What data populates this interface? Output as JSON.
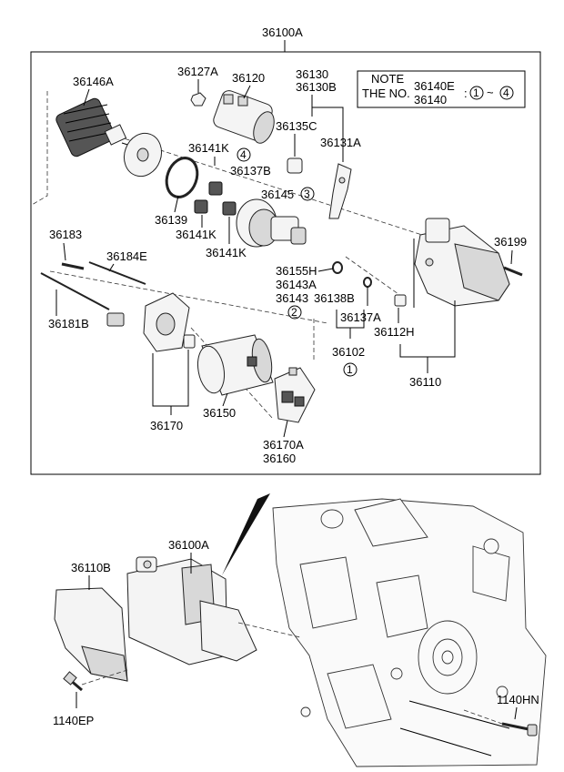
{
  "frame_title": "36100A",
  "note": {
    "title": "NOTE",
    "line1_prefix": "THE NO.",
    "line1_part": "36140E",
    "line2_part": "36140",
    "range_sep": "~",
    "circle_from": "1",
    "circle_to": "4"
  },
  "labels": {
    "p36146A": "36146A",
    "p36127A": "36127A",
    "p36120": "36120",
    "p36130": "36130",
    "p36130B": "36130B",
    "p36135C": "36135C",
    "p36131A": "36131A",
    "p36141K_a": "36141K",
    "p36141K_b": "36141K",
    "p36141K_c": "36141K",
    "p36137B": "36137B",
    "p36145": "36145",
    "p36139": "36139",
    "p36183": "36183",
    "p36184E": "36184E",
    "p36181B": "36181B",
    "p36155H": "36155H",
    "p36143A": "36143A",
    "p36143": "36143",
    "p36138B": "36138B",
    "p36137A": "36137A",
    "p36199": "36199",
    "p36112H": "36112H",
    "p36102": "36102",
    "p36110": "36110",
    "p36170": "36170",
    "p36150": "36150",
    "p36170A": "36170A",
    "p36160": "36160",
    "p36110B": "36110B",
    "p36100A_lower": "36100A",
    "p1140EP": "1140EP",
    "p1140HN": "1140HN"
  },
  "circles": {
    "c4": "4",
    "c3": "3",
    "c2": "2",
    "c1": "1"
  }
}
